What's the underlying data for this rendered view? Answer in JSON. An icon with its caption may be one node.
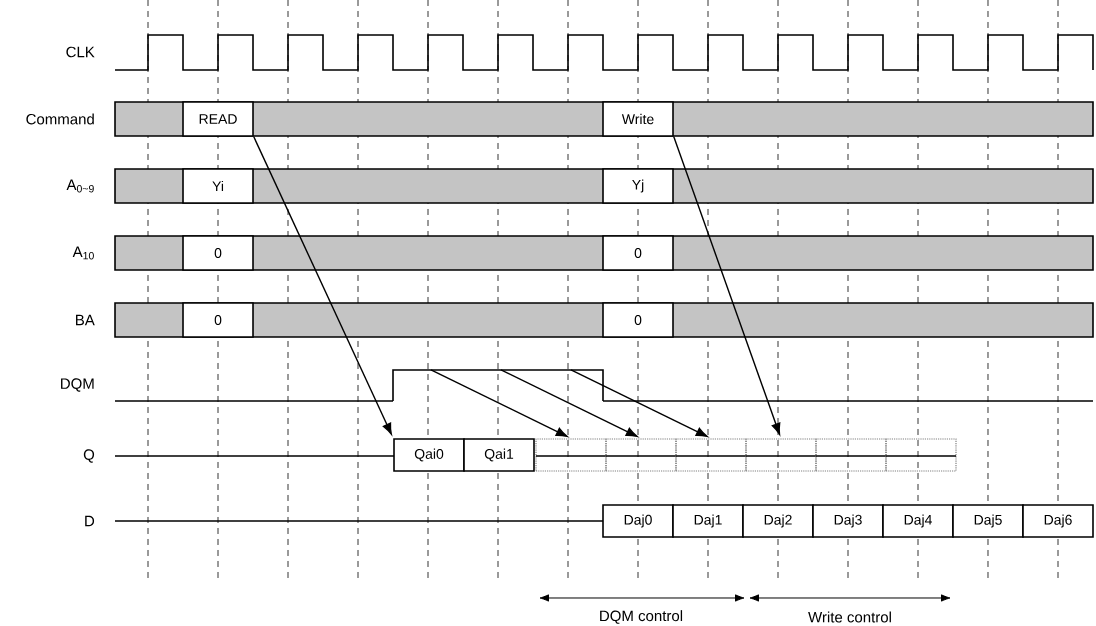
{
  "diagram": {
    "nodes": [
      {
        "text": [
          "READ"
        ]
      },
      {
        "text": [
          "Write"
        ]
      },
      {
        "text": [
          "Yi"
        ]
      },
      {
        "text": [
          "Yj"
        ]
      },
      {
        "text": [
          "0"
        ]
      },
      {
        "text": [
          "0"
        ]
      },
      {
        "text": [
          "0"
        ]
      },
      {
        "text": [
          "0"
        ]
      },
      {
        "text": [],
        "shape": "bar"
      },
      {
        "text": [
          "Qai0"
        ]
      },
      {
        "text": [
          "Qai1"
        ]
      },
      {
        "text": [],
        "shape": "box"
      },
      {
        "text": [],
        "shape": "box"
      },
      {
        "text": [],
        "shape": "box"
      },
      {
        "text": [],
        "shape": "box"
      },
      {
        "text": [],
        "shape": "box"
      },
      {
        "text": [],
        "shape": "box"
      },
      {
        "text": [
          "Daj0"
        ]
      },
      {
        "text": [
          "Daj1"
        ]
      },
      {
        "text": [
          "Daj2"
        ]
      },
      {
        "text": [
          "Daj3"
        ]
      },
      {
        "text": [
          "Daj4"
        ]
      },
      {
        "text": [
          "Daj5"
        ]
      },
      {
        "text": [
          "Daj6"
        ]
      }
    ],
    "edges": [
      {
        "from": 0,
        "to": 9,
        "arrow": "to"
      },
      {
        "from": 8,
        "to": 11,
        "arrow": "to"
      },
      {
        "from": 8,
        "to": 12,
        "arrow": "to"
      },
      {
        "from": 8,
        "to": 13,
        "arrow": "to"
      },
      {
        "from": 1,
        "to": 14,
        "arrow": "to"
      }
    ],
    "labels": [
      "CLK",
      "Command",
      "A$_{0~9}$",
      "A$_{10}$",
      "BA",
      "DQM",
      "Q",
      "D",
      "DQM control",
      "Write control"
    ]
  }
}
